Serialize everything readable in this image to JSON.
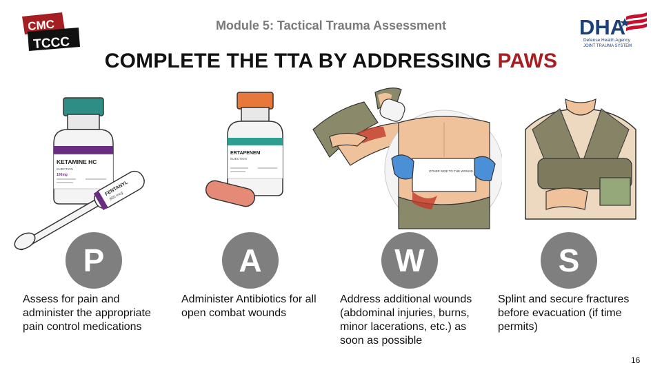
{
  "header": {
    "logo_left": {
      "line1": "CMC",
      "line2": "TCCC"
    },
    "logo_right": {
      "wordmark": "DHA",
      "line1": "Defense Health Agency",
      "line2": "JOINT TRAUMA SYSTEM"
    },
    "module_title": "Module 5: Tactical Trauma Assessment",
    "headline_main": "COMPLETE THE TTA BY ADDRESSING ",
    "headline_accent": "PAWS"
  },
  "columns": [
    {
      "letter": "P",
      "text": "Assess for pain and administer the appropriate pain control medications",
      "art": {
        "vial_label": "KETAMINE HC",
        "vial_sub": "INJECTION",
        "vial_dose": "100mg",
        "lozenge_label": "FENTANYL",
        "lozenge_dose": "800 mcg"
      }
    },
    {
      "letter": "A",
      "text": "Administer Antibiotics for all open combat wounds",
      "art": {
        "vial_label": "ERTAPENEM",
        "vial_sub": "INJECTION"
      }
    },
    {
      "letter": "W",
      "text": "Address additional wounds (abdominal injuries, burns, minor lacerations, etc.) as soon as possible",
      "art": {
        "dressing_text": "OTHER SIDE TO THE WOUND"
      }
    },
    {
      "letter": "S",
      "text": "Splint and secure fractures before evacuation (if time permits)"
    }
  ],
  "page_number": "16",
  "colors": {
    "accent": "#a41e22",
    "circle": "#7f7f7f",
    "module_gray": "#7a7a7a",
    "dha_blue": "#1d3f7a"
  }
}
